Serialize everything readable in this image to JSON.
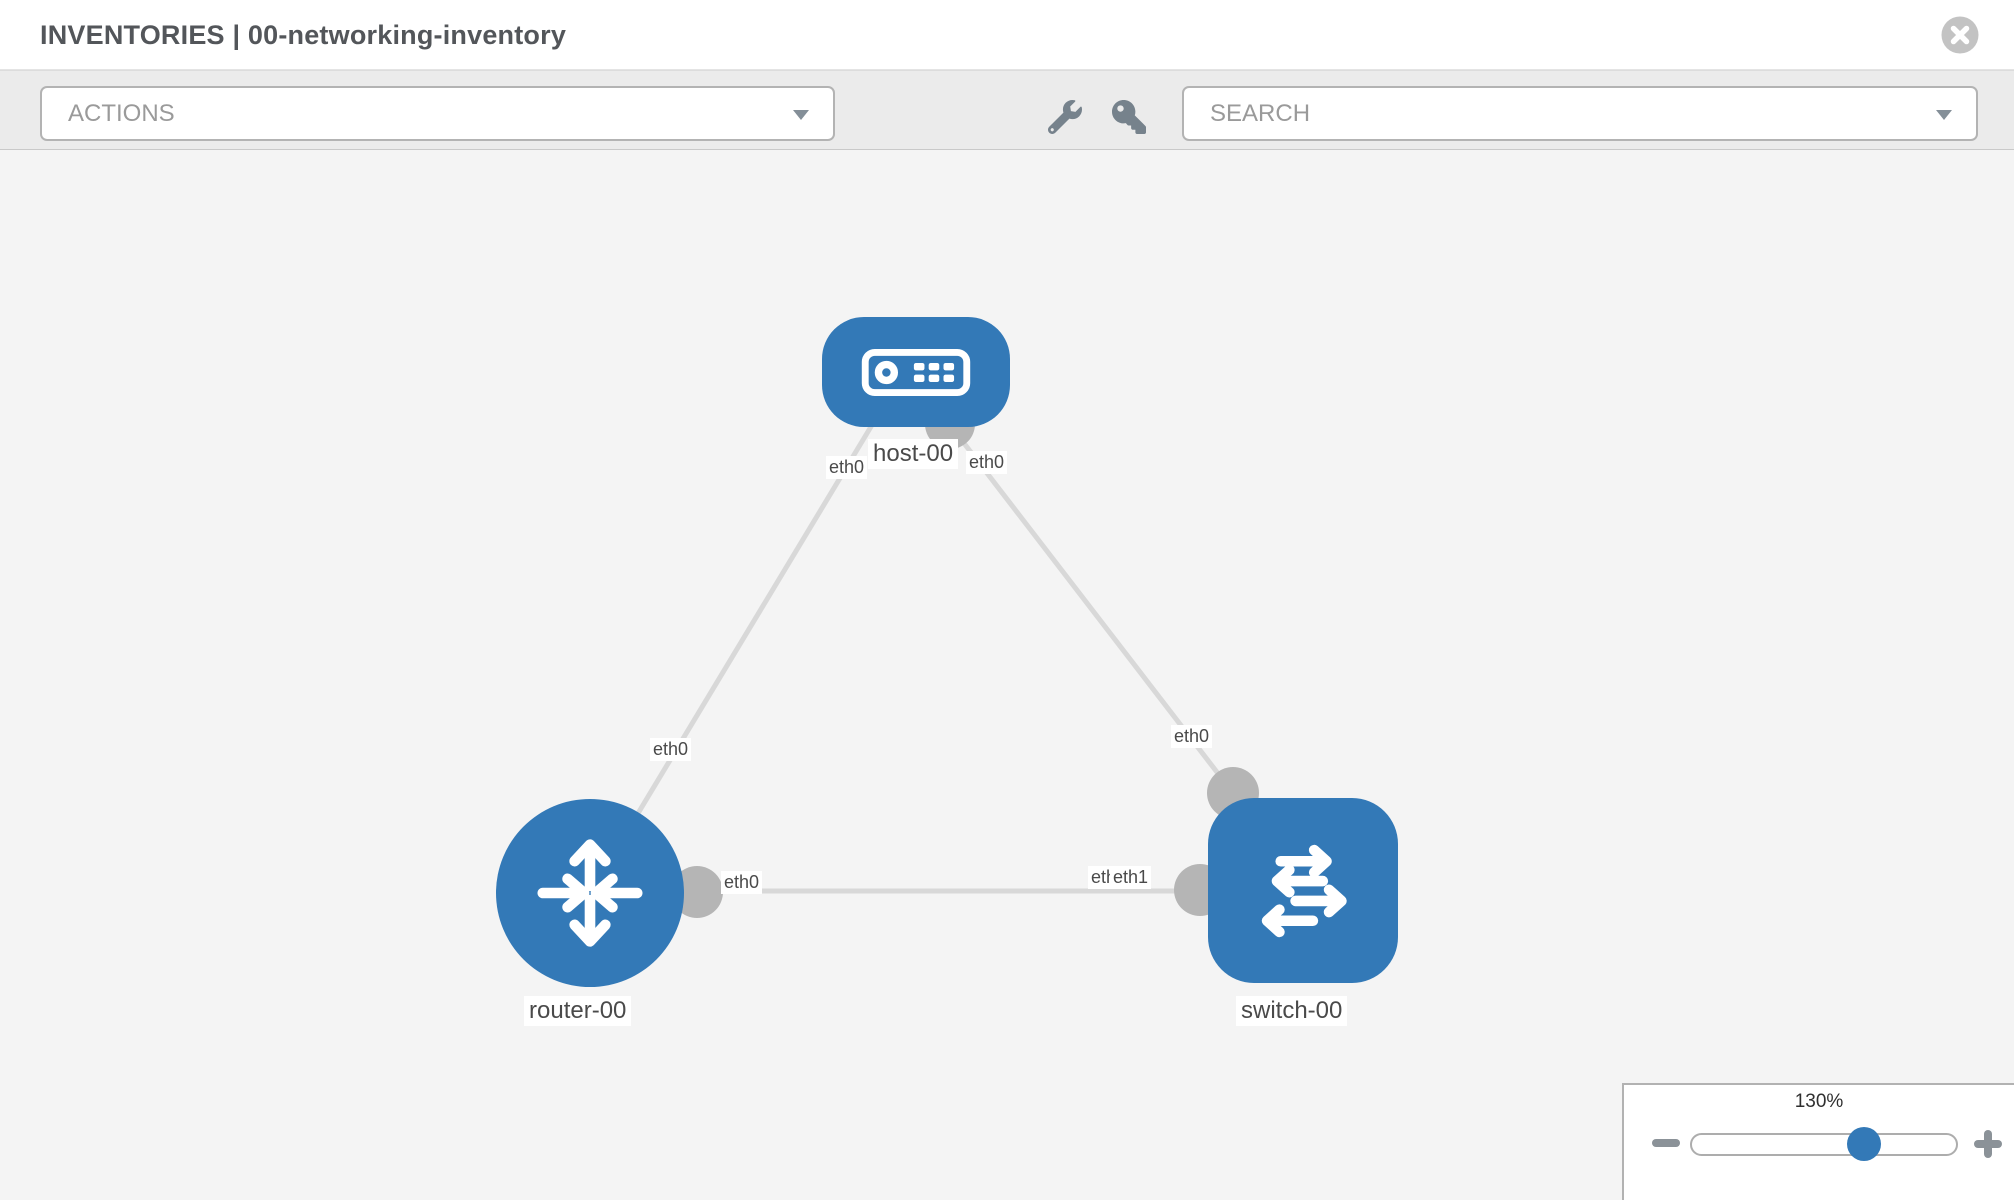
{
  "header": {
    "title": "INVENTORIES | 00-networking-inventory"
  },
  "toolbar": {
    "actions_label": "ACTIONS",
    "search_label": "SEARCH",
    "icons": [
      "wrench-icon",
      "key-icon"
    ]
  },
  "topology": {
    "nodes": [
      {
        "id": "host-00",
        "type": "host",
        "label": "host-00"
      },
      {
        "id": "router-00",
        "type": "router",
        "label": "router-00"
      },
      {
        "id": "switch-00",
        "type": "switch",
        "label": "switch-00"
      }
    ],
    "links": [
      {
        "from": "router-00",
        "from_interface": "eth0",
        "to": "host-00",
        "to_interface": "eth0"
      },
      {
        "from": "host-00",
        "from_interface": "eth0",
        "to": "switch-00",
        "to_interface": "eth0"
      },
      {
        "from": "router-00",
        "from_interface": "eth0",
        "to": "switch-00",
        "to_interface": "eth1"
      }
    ]
  },
  "zoom_control": {
    "level": "130%"
  },
  "colors": {
    "node_blue": "#3379b7",
    "link_gray": "#d8d8d8",
    "interface_gray": "#b5b5b5",
    "canvas_bg": "#f4f4f4",
    "toolbar_bg": "#ebebeb"
  }
}
